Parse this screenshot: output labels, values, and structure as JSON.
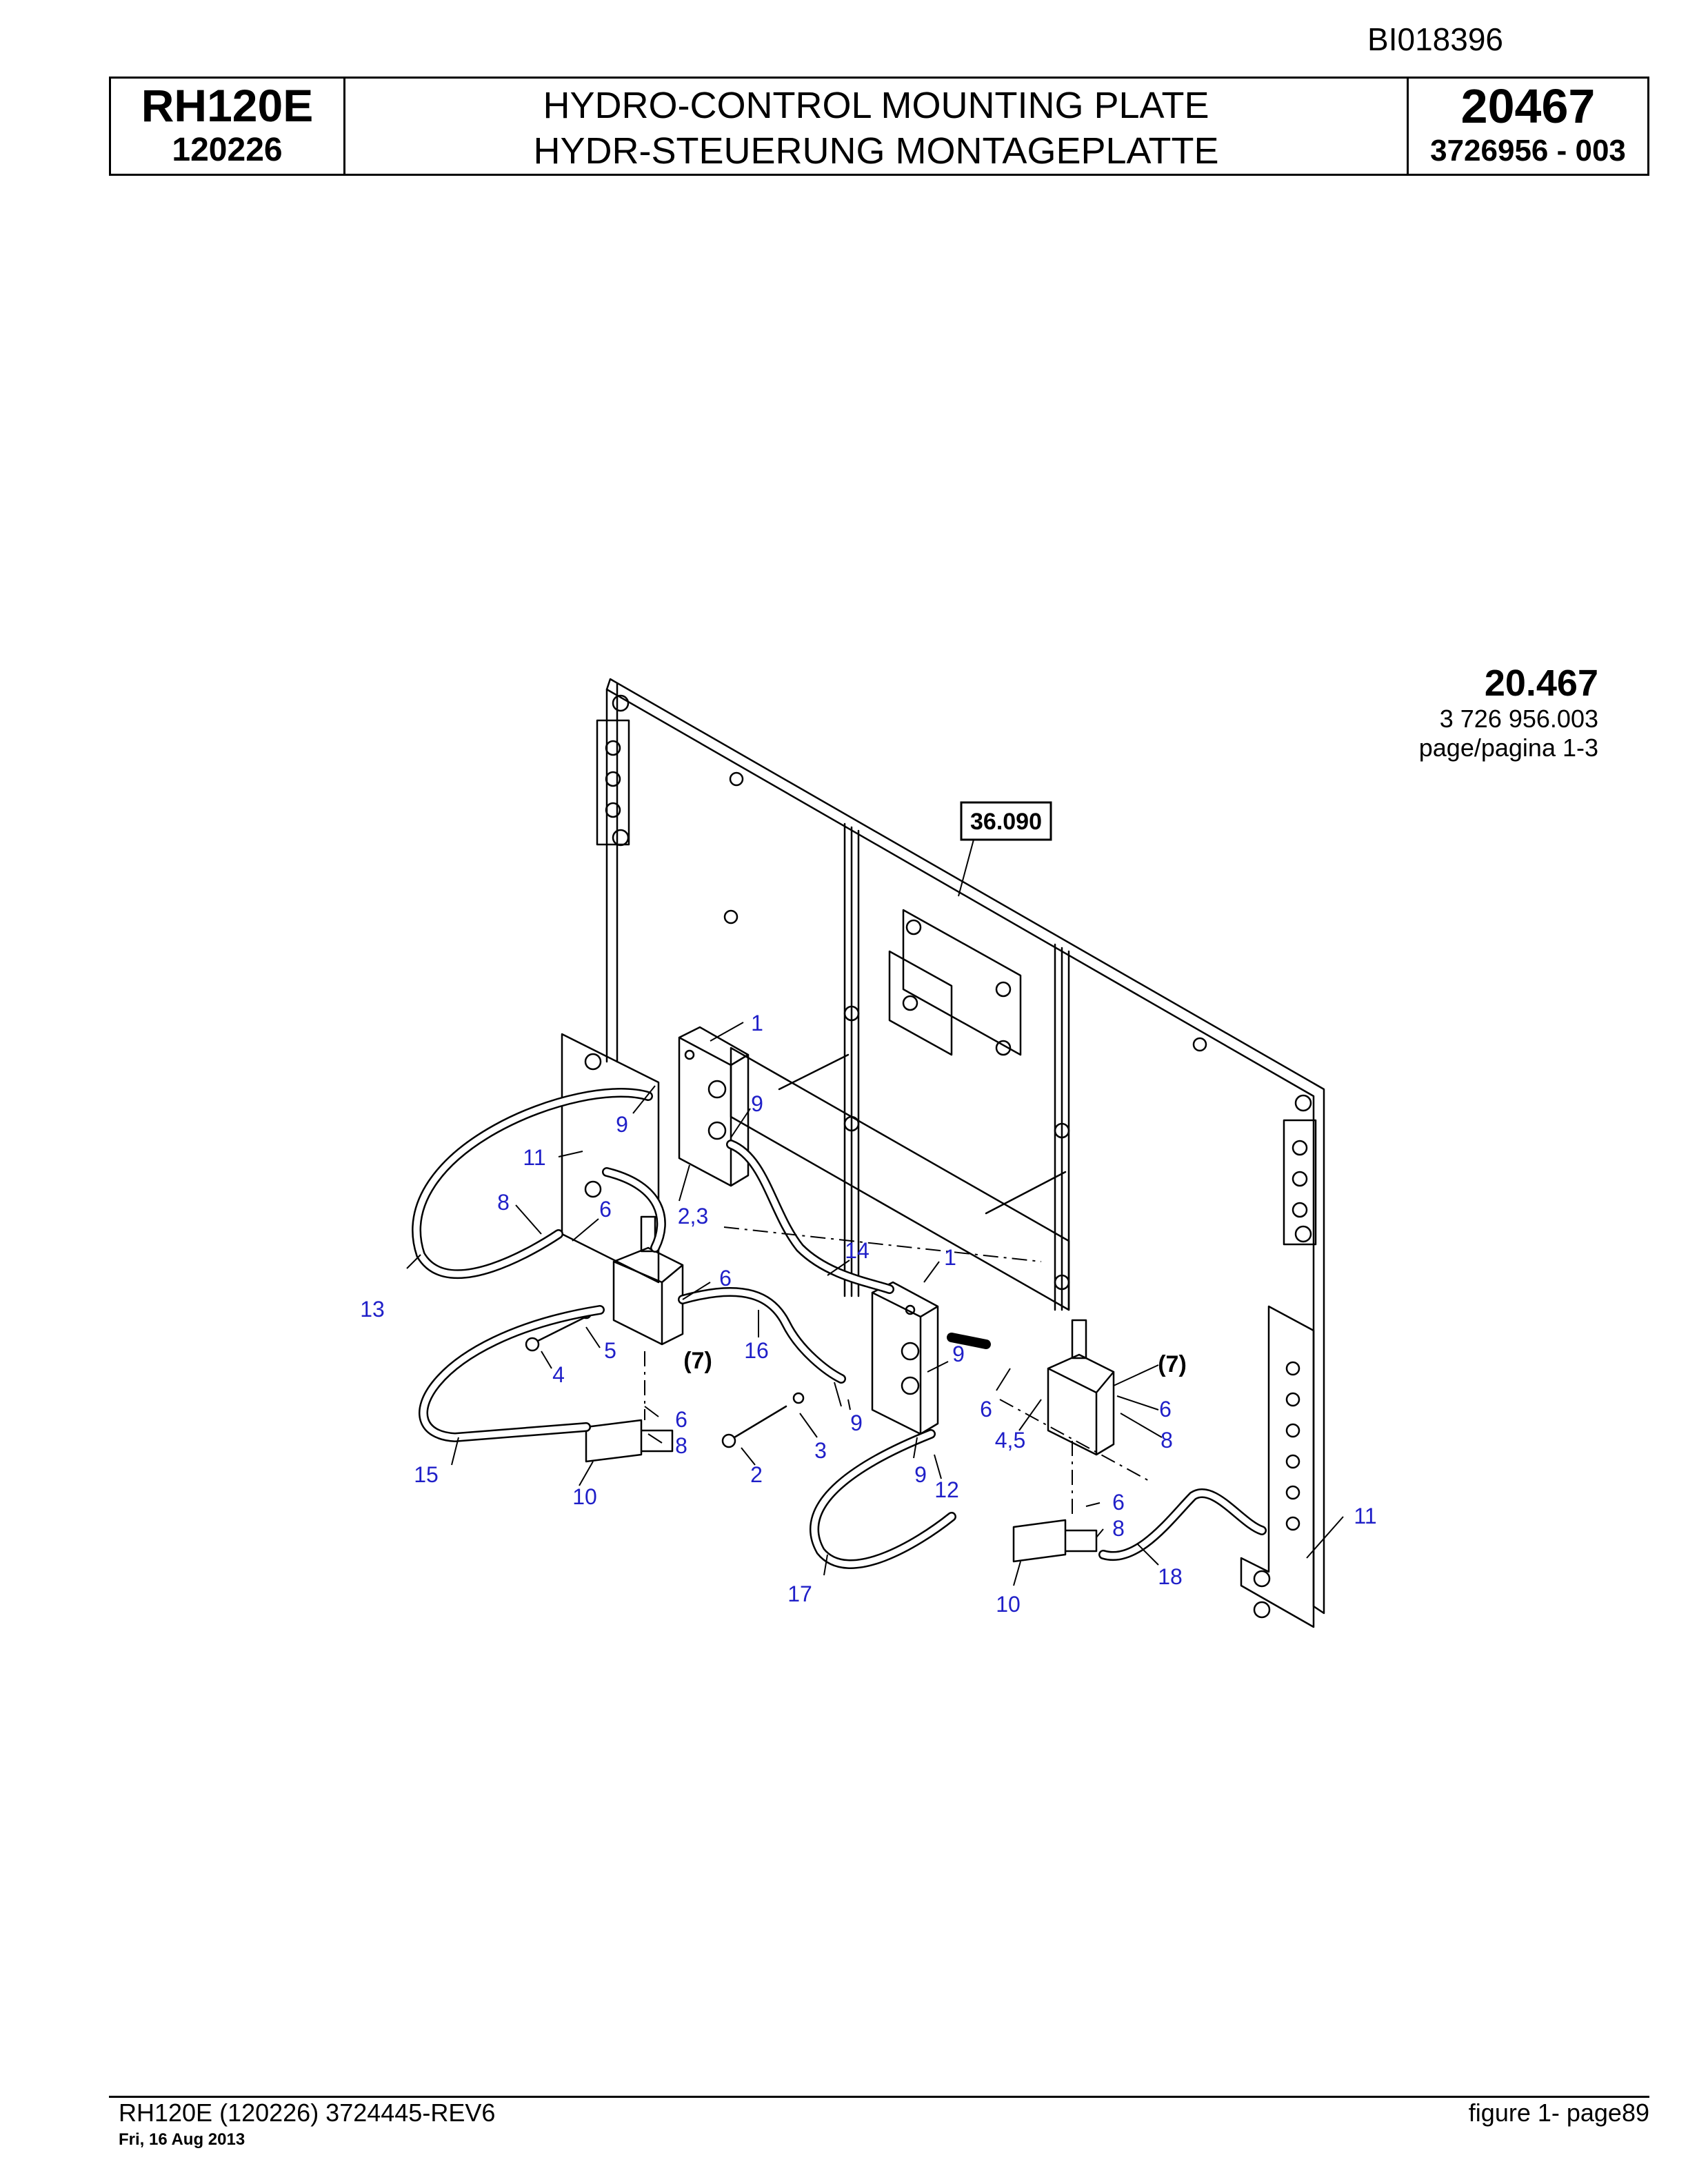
{
  "document_id": "BI018396",
  "title_block": {
    "model": "RH120E",
    "serial": "120226",
    "title_en": "HYDRO-CONTROL MOUNTING PLATE",
    "title_de": "HYDR-STEUERUNG MONTAGEPLATTE",
    "figure_number": "20467",
    "part_number": "3726956  - 003"
  },
  "drawing_ref": {
    "number": "20.467",
    "part": "3 726 956.003",
    "page": "page/pagina 1-3"
  },
  "diagram": {
    "ref_box": "36.090",
    "callouts": [
      "1",
      "9",
      "9",
      "11",
      "8",
      "6",
      "2,3",
      "6",
      "13",
      "5",
      "4",
      "(7)",
      "16",
      "14",
      "1",
      "9",
      "9",
      "6",
      "4,5",
      "(7)",
      "6",
      "8",
      "6",
      "8",
      "15",
      "10",
      "3",
      "2",
      "9",
      "12",
      "17",
      "6",
      "8",
      "10",
      "18",
      "11"
    ],
    "colors": {
      "callout": "#1f1fc8",
      "line": "#000000"
    }
  },
  "footer": {
    "left": "RH120E (120226) 3724445-REV6",
    "date": "Fri, 16 Aug 2013",
    "right": "figure  1- page89"
  }
}
